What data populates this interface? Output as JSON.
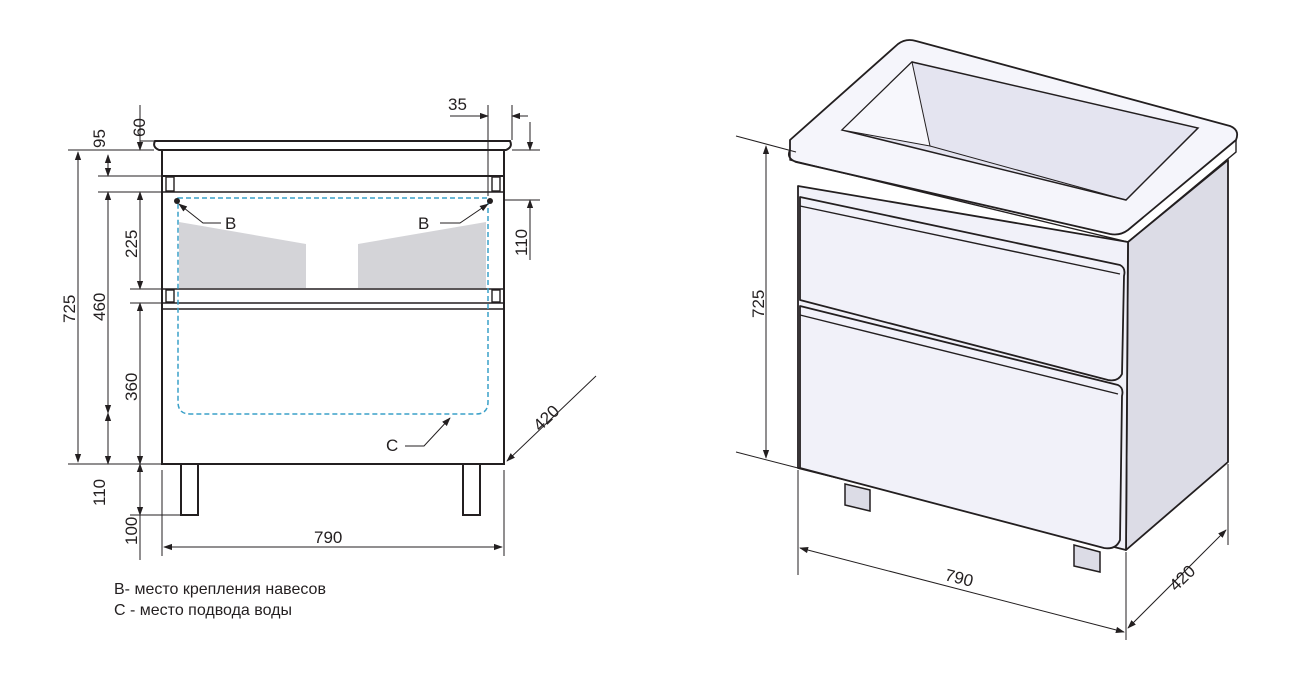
{
  "front_view": {
    "dims": {
      "top_60": "60",
      "top_95": "95",
      "right_35": "35",
      "right_110": "110",
      "left_725": "725",
      "left_460": "460",
      "left_225": "225",
      "left_360": "360",
      "left_110": "110",
      "left_100": "100",
      "width_790": "790",
      "depth_420": "420"
    },
    "markers": {
      "b_left": "B",
      "b_right": "B",
      "c": "C"
    }
  },
  "iso_view": {
    "dims": {
      "height_725": "725",
      "width_790": "790",
      "depth_420": "420"
    }
  },
  "legend": {
    "line1": "B- место крепления навесов",
    "line2": "С - место подвода воды"
  },
  "colors": {
    "line": "#231f20",
    "panel": "#f1f1f9",
    "side": "#dcdce6",
    "basin": "#e4e4f0",
    "shelf_gray": "#d4d4d8",
    "dashed": "#3aa0c8"
  }
}
